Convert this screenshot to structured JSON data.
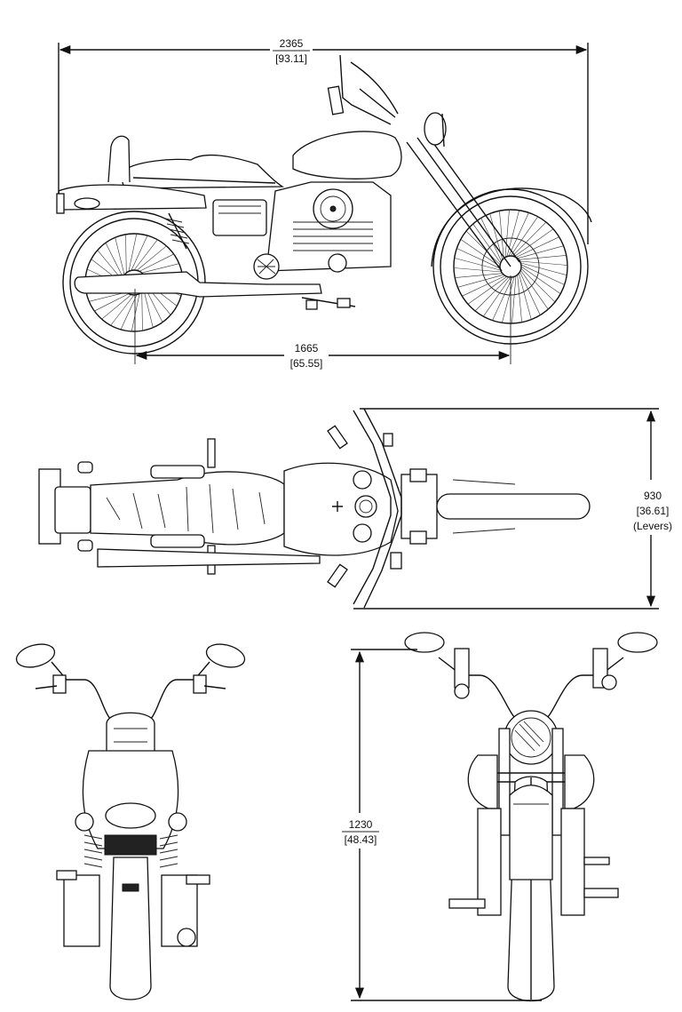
{
  "dimensions": {
    "overall_length": {
      "mm": "2365",
      "in": "[93.11]"
    },
    "wheelbase": {
      "mm": "1665",
      "in": "[65.55]"
    },
    "width": {
      "mm": "930",
      "in": "[36.61]",
      "note": "(Levers)"
    },
    "height": {
      "mm": "1230",
      "in": "[48.43]"
    }
  },
  "views": [
    {
      "name": "side-view"
    },
    {
      "name": "top-view"
    },
    {
      "name": "rear-view"
    },
    {
      "name": "front-view"
    }
  ]
}
